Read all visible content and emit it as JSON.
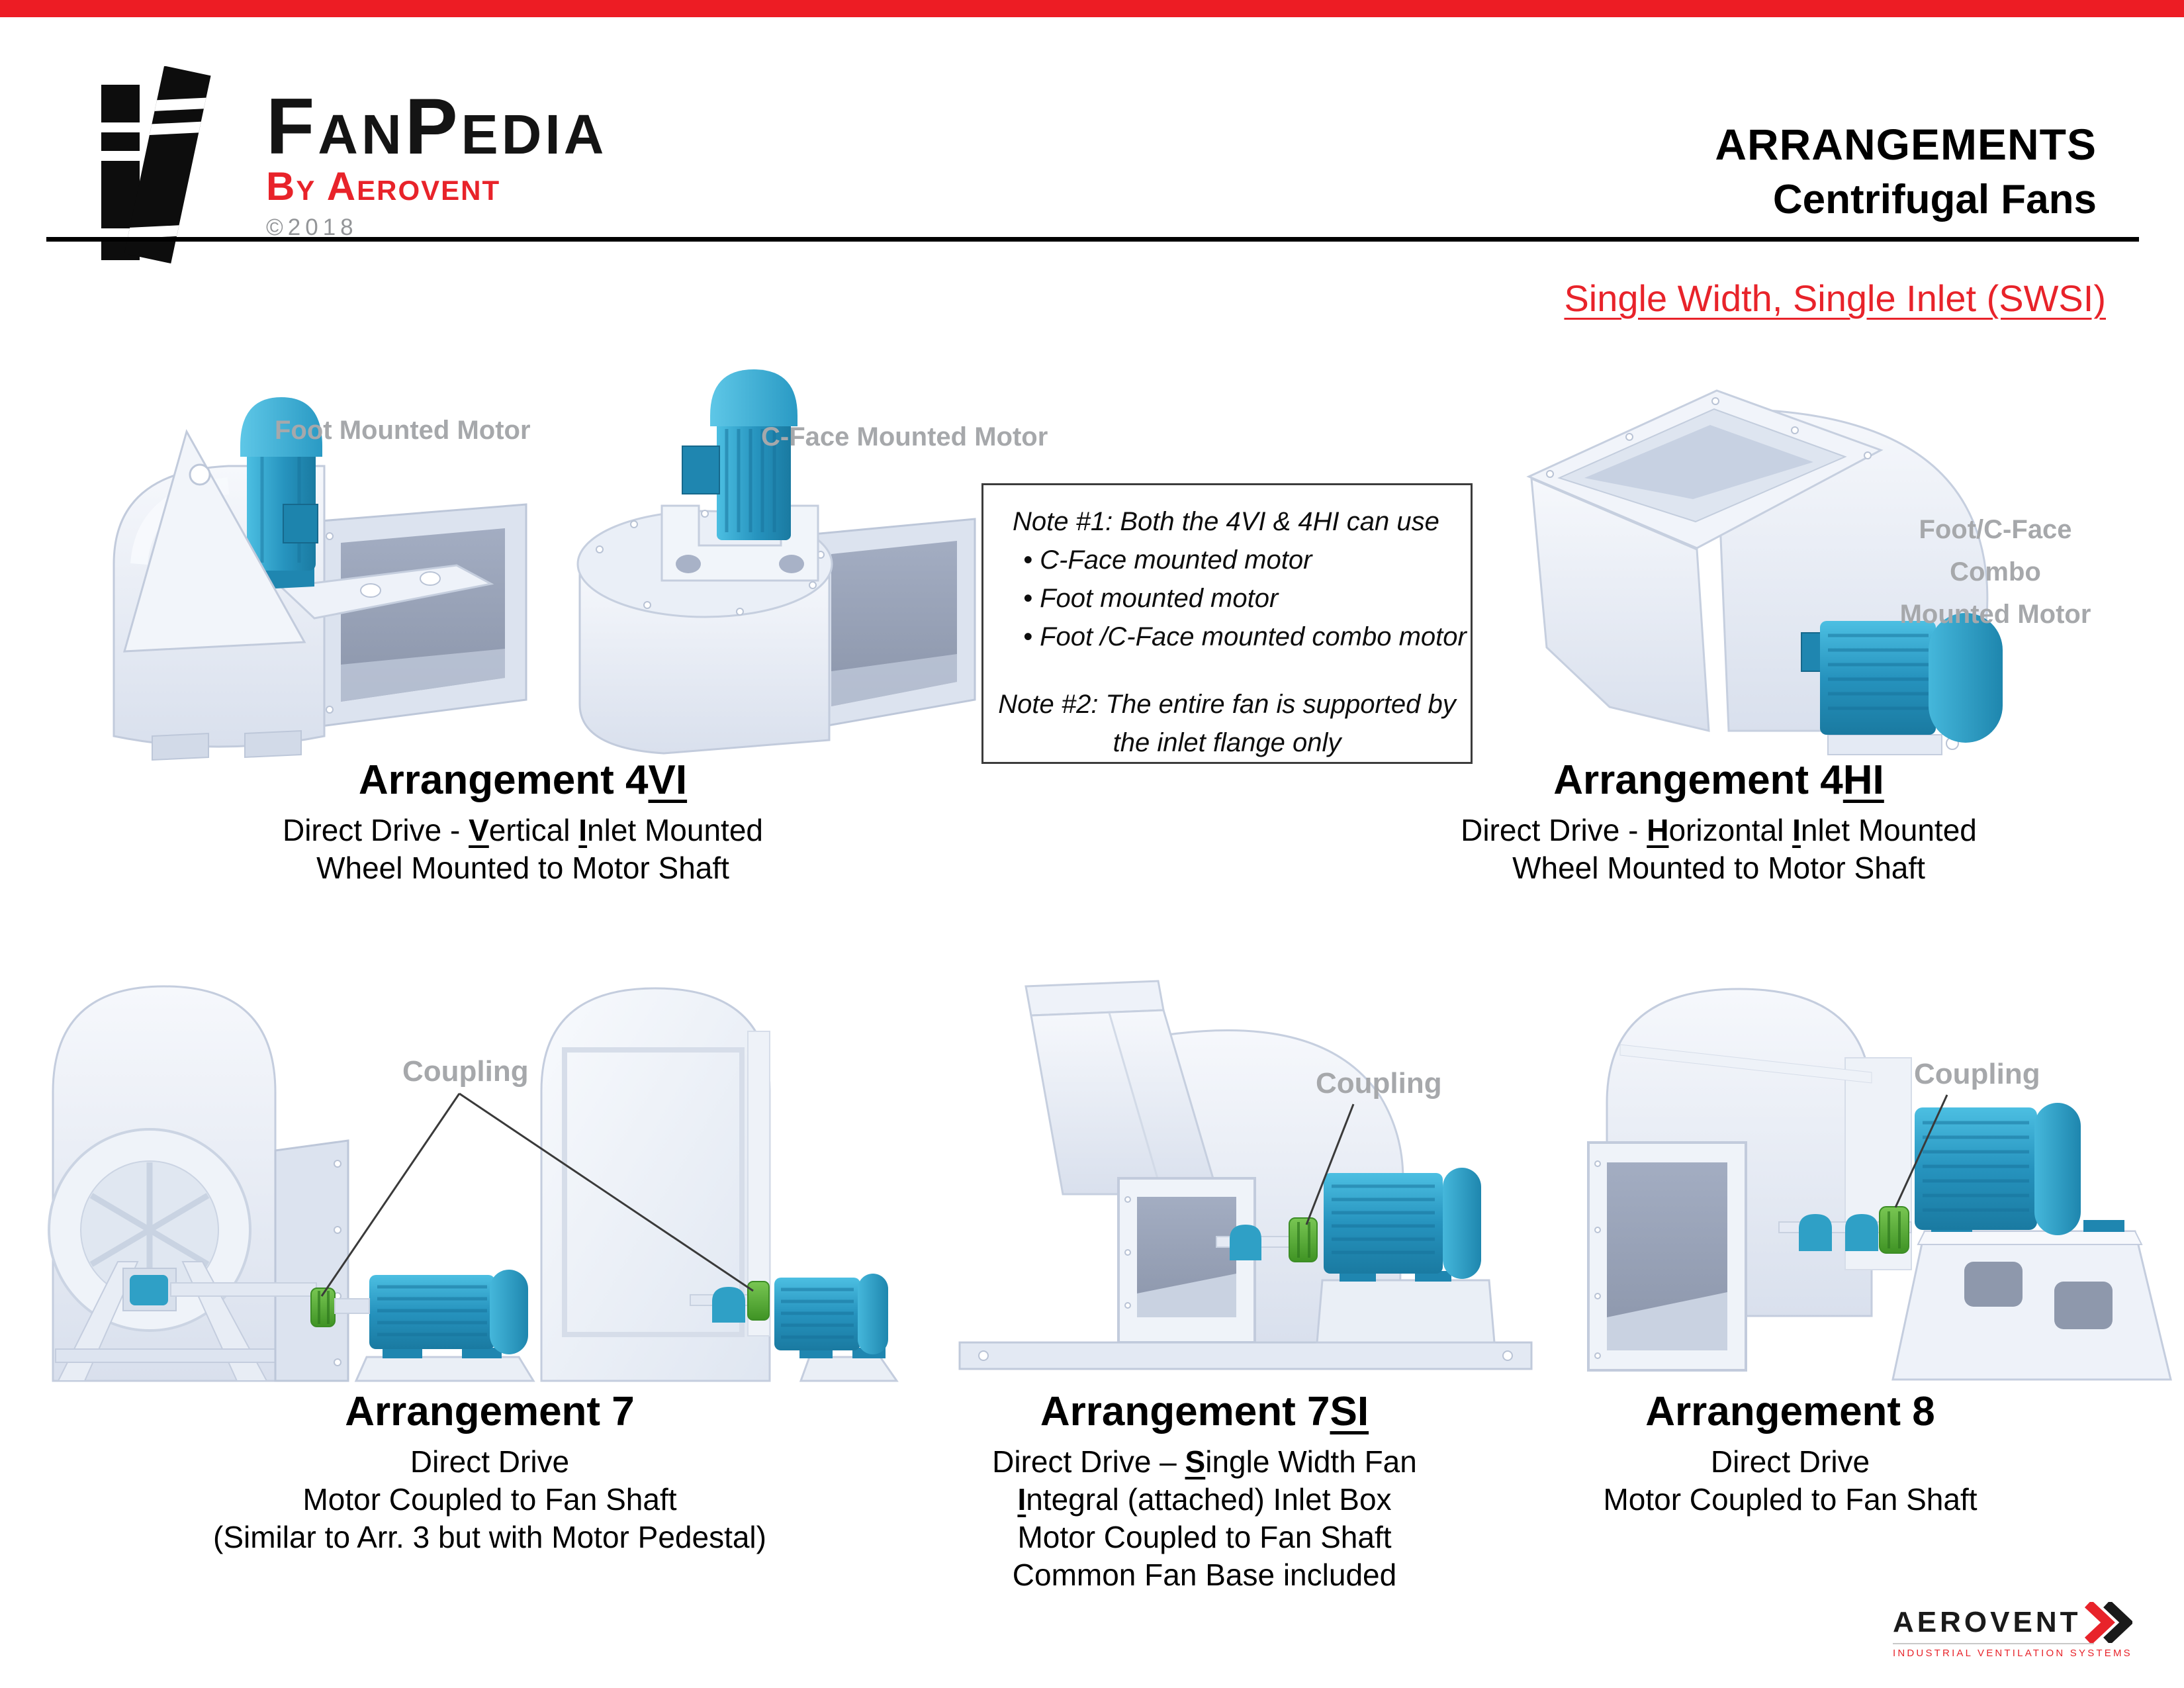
{
  "colors": {
    "top_bar": "#ed1c24",
    "accent_red": "#e8232a",
    "label_gray": "#a6a8ab",
    "motor_teal": "#2a9cc7",
    "coupling_green": "#52b043",
    "housing_light": "#e7ecf5"
  },
  "header": {
    "brand": "FanPedia",
    "byline": "By Aerovent",
    "copyright": "©2018",
    "title_line1": "ARRANGEMENTS",
    "title_line2": "Centrifugal Fans",
    "section_heading": "Single Width, Single Inlet (SWSI)"
  },
  "annotations": {
    "foot_mounted": "Foot Mounted Motor",
    "cface_mounted": "C-Face Mounted Motor",
    "combo_mounted_line1": "Foot/C-Face Combo",
    "combo_mounted_line2": "Mounted Motor",
    "coupling_left": "Coupling",
    "coupling_center": "Coupling",
    "coupling_right": "Coupling"
  },
  "note_box": {
    "note1": "Note #1: Both the 4VI & 4HI can use",
    "bullets": [
      "C-Face mounted motor",
      "Foot mounted motor",
      "Foot /C-Face mounted combo motor"
    ],
    "note2_line1": "Note #2: The entire fan is supported by",
    "note2_line2": "the inlet flange only"
  },
  "arrangements": [
    {
      "title_prefix": "Arrangement 4",
      "title_suffix": "VI",
      "lines": [
        [
          {
            "t": "Direct Drive - "
          },
          {
            "t": "V",
            "b": true,
            "u": true
          },
          {
            "t": "ertical "
          },
          {
            "t": "I",
            "b": true,
            "u": true
          },
          {
            "t": "nlet Mounted"
          }
        ],
        [
          {
            "t": "Wheel Mounted to Motor Shaft"
          }
        ]
      ]
    },
    {
      "title_prefix": "Arrangement 4",
      "title_suffix": "HI",
      "lines": [
        [
          {
            "t": "Direct Drive - "
          },
          {
            "t": "H",
            "b": true,
            "u": true
          },
          {
            "t": "orizontal "
          },
          {
            "t": "I",
            "b": true,
            "u": true
          },
          {
            "t": "nlet Mounted"
          }
        ],
        [
          {
            "t": "Wheel Mounted to Motor Shaft"
          }
        ]
      ]
    },
    {
      "title_prefix": "Arrangement 7",
      "title_suffix": "",
      "lines": [
        [
          {
            "t": "Direct Drive"
          }
        ],
        [
          {
            "t": "Motor Coupled to Fan Shaft"
          }
        ],
        [
          {
            "t": "(Similar to Arr. 3 but with Motor Pedestal)"
          }
        ]
      ]
    },
    {
      "title_prefix": "Arrangement 7",
      "title_suffix": "SI",
      "lines": [
        [
          {
            "t": "Direct Drive – "
          },
          {
            "t": "S",
            "b": true,
            "u": true
          },
          {
            "t": "ingle Width Fan"
          }
        ],
        [
          {
            "t": "I",
            "b": true,
            "u": true
          },
          {
            "t": "ntegral (attached) Inlet Box"
          }
        ],
        [
          {
            "t": "Motor Coupled to Fan Shaft"
          }
        ],
        [
          {
            "t": "Common Fan Base included"
          }
        ]
      ]
    },
    {
      "title_prefix": "Arrangement 8",
      "title_suffix": "",
      "lines": [
        [
          {
            "t": "Direct Drive"
          }
        ],
        [
          {
            "t": "Motor Coupled to Fan Shaft"
          }
        ]
      ]
    }
  ],
  "footer": {
    "brand": "AEROVENT",
    "tagline": "INDUSTRIAL VENTILATION SYSTEMS"
  }
}
